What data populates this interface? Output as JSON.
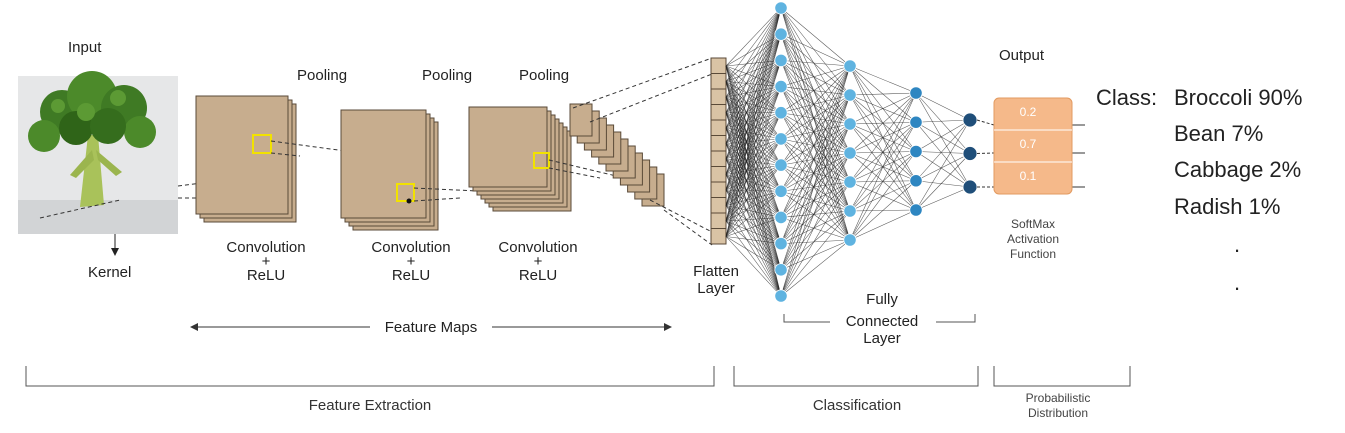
{
  "labels": {
    "input": "Input",
    "kernel": "Kernel",
    "output": "Output",
    "pooling": "Pooling",
    "convolution": "Convolution",
    "plus": "+",
    "relu": "ReLU",
    "feature_maps": "Feature  Maps",
    "flatten_line1": "Flatten",
    "flatten_line2": "Layer",
    "fc_line1": "Fully",
    "fc_line2": "Connected",
    "fc_line3": "Layer",
    "softmax_line1": "SoftMax",
    "softmax_line2": "Activation",
    "softmax_line3": "Function",
    "feature_extraction": "Feature Extraction",
    "classification": "Classification",
    "prob_line1": "Probabilistic",
    "prob_line2": "Distribution"
  },
  "softmax_values": [
    "0.2",
    "0.7",
    "0.1"
  ],
  "classes": {
    "prefix": "Class:",
    "items": [
      "Broccoli 90%",
      "Bean 7%",
      "Cabbage 2%",
      "Radish 1%"
    ],
    "ellipsis": [
      ".",
      "."
    ]
  },
  "colors": {
    "feature_map": "#c7ad8e",
    "kernel": "#f2e200",
    "neuron_light": "#5fb3e0",
    "neuron_mid": "#2e86c1",
    "neuron_dark": "#1f4e79",
    "softmax_box": "#f5b98a",
    "flatten": "#d9c3a5"
  }
}
